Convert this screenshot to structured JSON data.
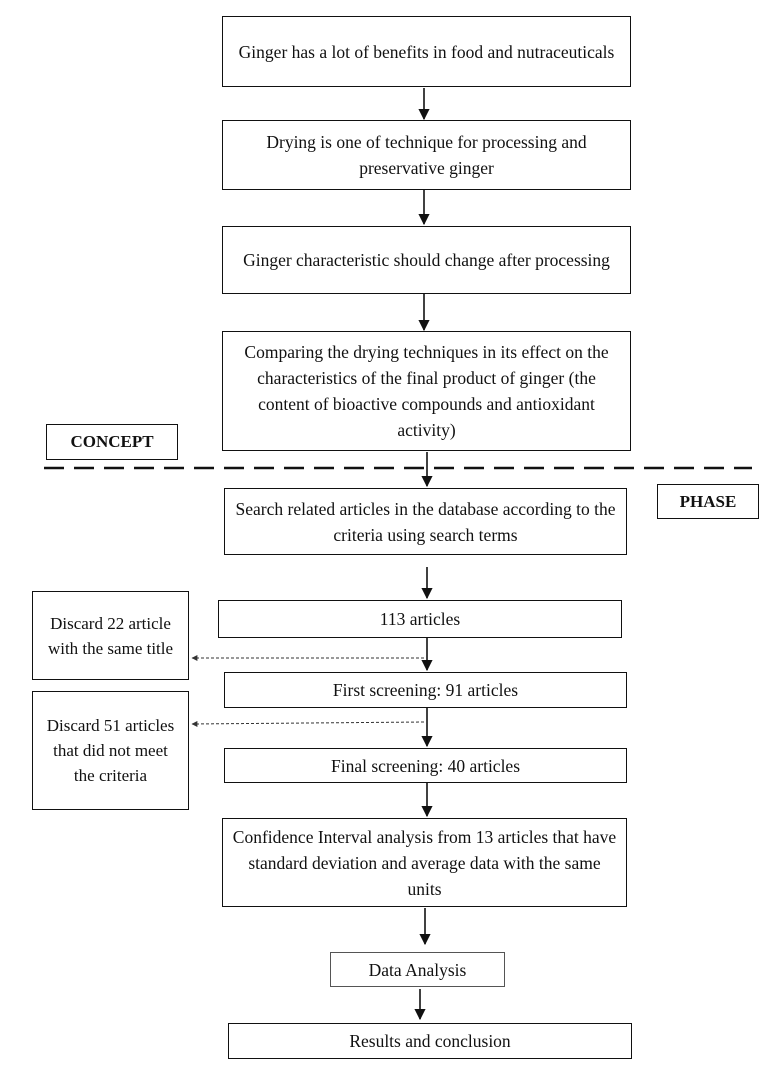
{
  "flow": {
    "step1": "Ginger has a lot of benefits in food and nutraceuticals",
    "step2": "Drying is one of technique for processing and preservative ginger",
    "step3": "Ginger characteristic should change after processing",
    "step4": "Comparing the drying techniques in its effect on the characteristics of the final product of ginger (the content of bioactive compounds and antioxidant activity)",
    "step5": "Search related articles in the database according to the criteria using search terms",
    "step6": "113 articles",
    "step7": "First screening: 91 articles",
    "step8": "Final screening: 40 articles",
    "step9": "Confidence Interval analysis from 13 articles that have standard deviation and average data with the same units",
    "step10": "Data Analysis",
    "step11": "Results and conclusion"
  },
  "discards": {
    "d1": "Discard 22 article with the same title",
    "d2": "Discard 51 articles that did not meet the criteria"
  },
  "sections": {
    "concept": "CONCEPT",
    "phase": "PHASE"
  }
}
